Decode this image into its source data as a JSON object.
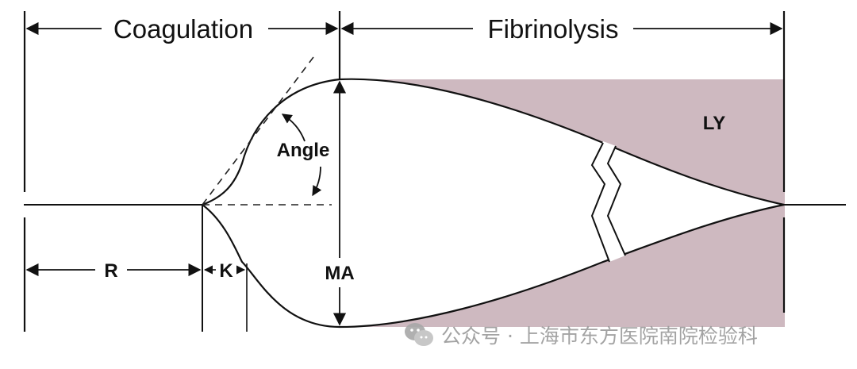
{
  "phases": {
    "coagulation": "Coagulation",
    "fibrinolysis": "Fibrinolysis"
  },
  "labels": {
    "r": "R",
    "k": "K",
    "ma": "MA",
    "angle": "Angle",
    "ly": "LY"
  },
  "watermark": {
    "icon": "wechat-icon",
    "text": "公众号 · 上海市东方医院南院检验科"
  },
  "colors": {
    "ly_fill": "#ceb9c0",
    "line": "#111111",
    "watermark": "#9a9a9a"
  }
}
